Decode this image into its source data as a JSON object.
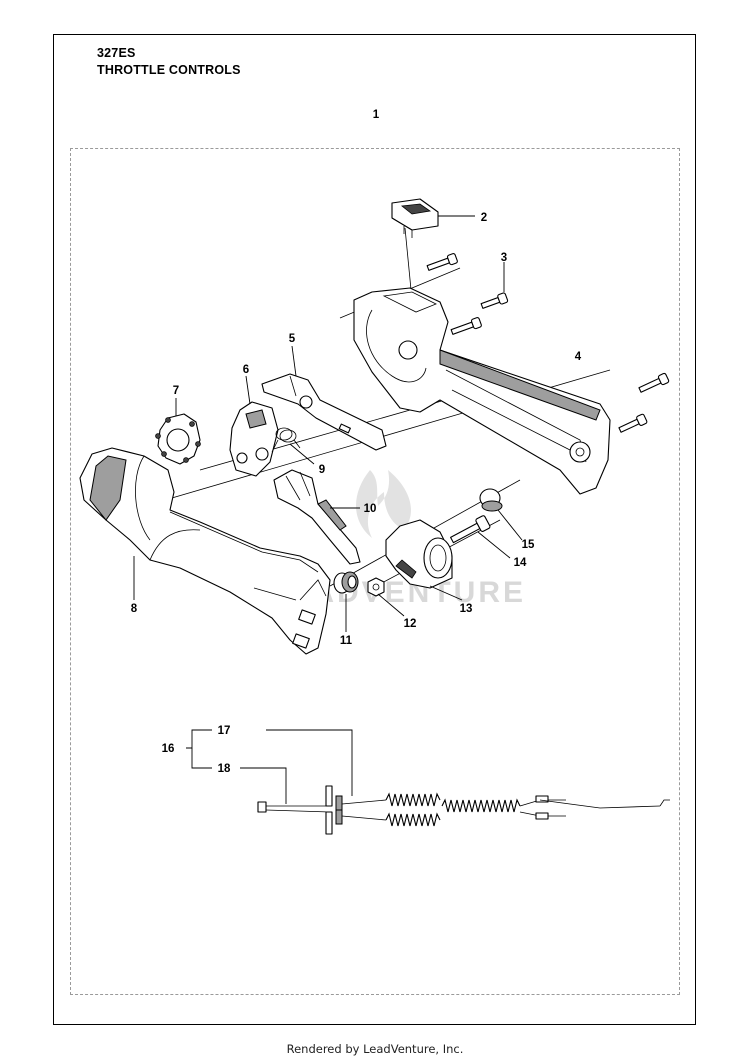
{
  "header": {
    "model": "327ES",
    "section": "THROTTLE CONTROLS"
  },
  "diagram": {
    "assembly_label": "1",
    "watermark": "LEADVENTURE",
    "callouts": [
      "2",
      "3",
      "4",
      "5",
      "6",
      "7",
      "8",
      "9",
      "10",
      "11",
      "12",
      "13",
      "14",
      "15",
      "16",
      "17",
      "18"
    ]
  },
  "footer": {
    "text": "Rendered by LeadVenture, Inc."
  }
}
